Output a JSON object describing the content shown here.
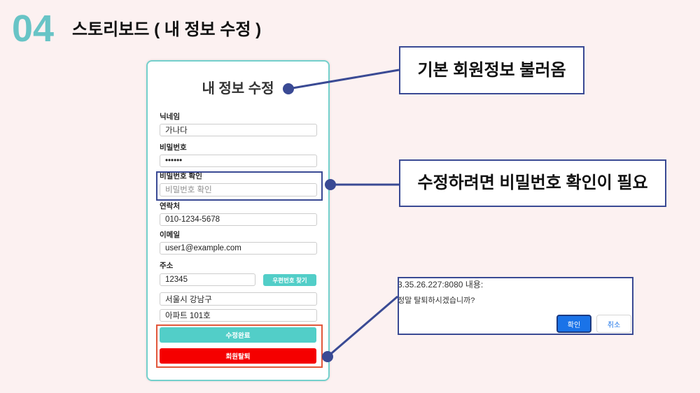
{
  "theme": {
    "bg": "#fcf1f1",
    "accent": "#68c4c6",
    "panel_border": "#74d0cc",
    "teal_button": "#52cec8",
    "red_button": "#f50000",
    "navy": "#3a4a94",
    "danger_outline": "#e2573b",
    "dialog_blue": "#1a73e8"
  },
  "slide": {
    "number": "04",
    "title": "스토리보드 ( 내 정보 수정 )"
  },
  "form": {
    "title": "내 정보 수정",
    "nickname": {
      "label": "닉네임",
      "value": "가나다"
    },
    "password": {
      "label": "비밀번호",
      "value": "••••••"
    },
    "password_confirm": {
      "label": "비밀번호 확인",
      "placeholder": "비밀번호 확인"
    },
    "phone": {
      "label": "연락처",
      "value": "010-1234-5678"
    },
    "email": {
      "label": "이메일",
      "value": "user1@example.com"
    },
    "address": {
      "label": "주소",
      "zipcode": "12345",
      "line1": "서울시 강남구",
      "line2": "아파트 101호"
    },
    "find_zipcode_label": "우편번호 찾기",
    "submit_label": "수정완료",
    "withdraw_label": "회원탈퇴"
  },
  "callouts": {
    "load_info": "기본 회원정보 불러옴",
    "password_required": "수정하려면 비밀번호 확인이 필요"
  },
  "dialog": {
    "origin": "3.35.26.227:8080 내용:",
    "message": "정말 탈퇴하시겠습니까?",
    "confirm_label": "확인",
    "cancel_label": "취소"
  }
}
